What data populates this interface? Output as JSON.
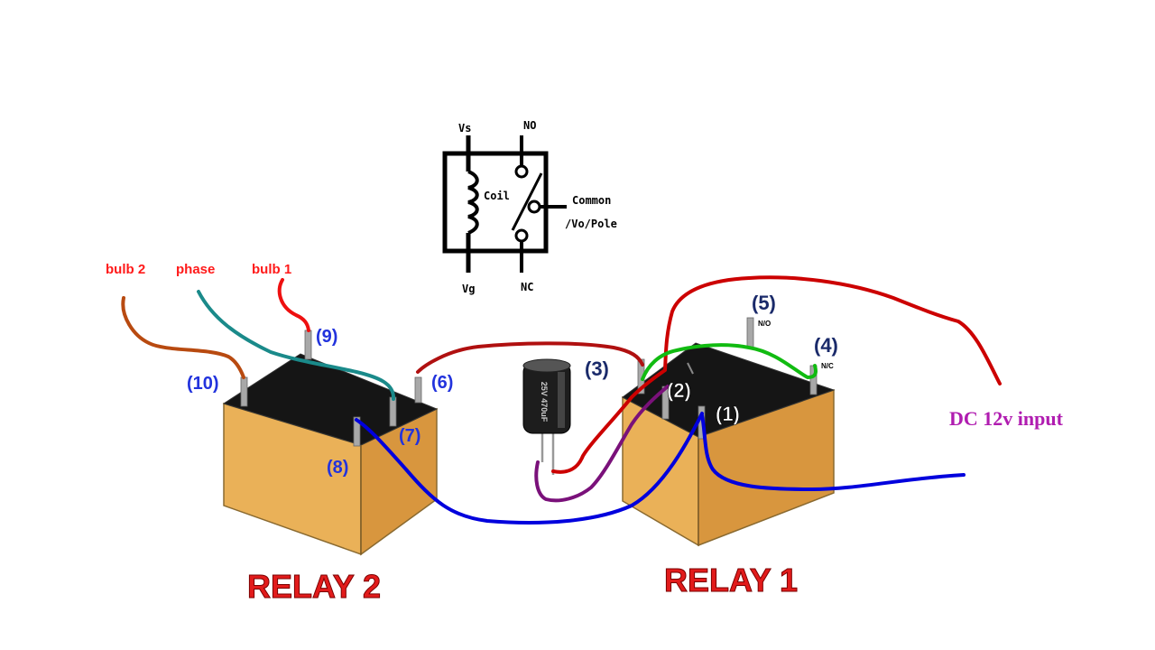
{
  "schematic": {
    "vs": "Vs",
    "no": "NO",
    "coil": "Coil",
    "common": "Common",
    "vo_pole": "/Vo/Pole",
    "vg": "Vg",
    "nc": "NC"
  },
  "wire_labels": {
    "bulb2": "bulb 2",
    "phase": "phase",
    "bulb1": "bulb 1"
  },
  "pins": {
    "p1": "(1)",
    "p2": "(2)",
    "p3": "(3)",
    "p4": "(4)",
    "p5": "(5)",
    "p6": "(6)",
    "p7": "(7)",
    "p8": "(8)",
    "p9": "(9)",
    "p10": "(10)"
  },
  "pin_tags": {
    "no": "N/O",
    "nc": "N/C"
  },
  "capacitor_marking": "25V 470uF",
  "dc_input": "DC 12v input",
  "relay1": "RELAY 1",
  "relay2": "RELAY 2",
  "colors": {
    "relay_body": "#e8a94d",
    "relay_top": "#151515",
    "wire_red": "#cc0000",
    "wire_blue": "#0000dd",
    "wire_green": "#11bb11",
    "wire_purple": "#7a117a",
    "wire_brown": "#b84a10",
    "wire_teal": "#1a8a8a",
    "wire_darkred": "#b01010"
  }
}
